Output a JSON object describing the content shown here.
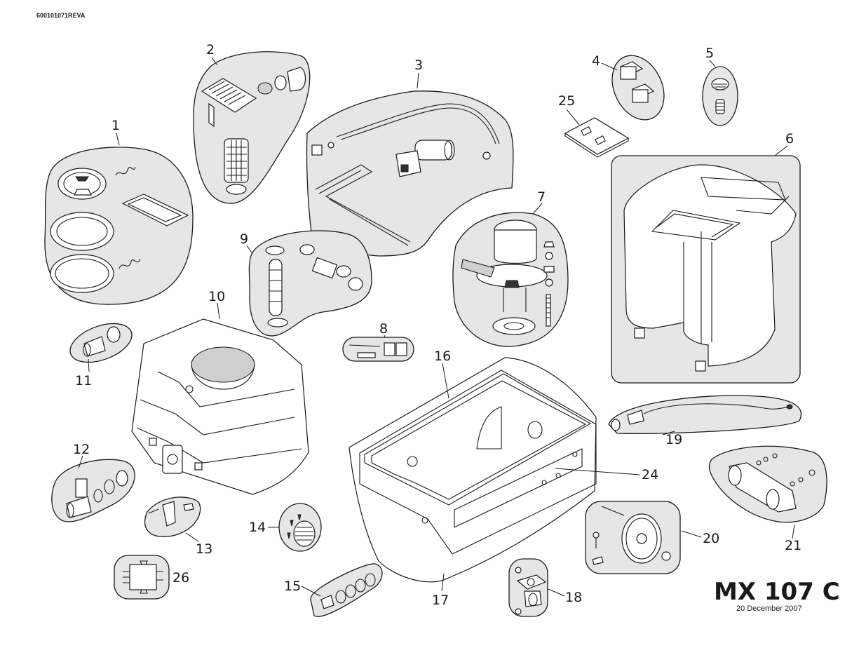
{
  "document_code": "600101071REVA",
  "model": "MX 107 C",
  "date": "20 December 2007",
  "callouts": [
    "1",
    "2",
    "3",
    "4",
    "5",
    "6",
    "7",
    "8",
    "9",
    "10",
    "11",
    "12",
    "13",
    "14",
    "15",
    "16",
    "17",
    "18",
    "19",
    "20",
    "21",
    "24",
    "25",
    "26"
  ]
}
